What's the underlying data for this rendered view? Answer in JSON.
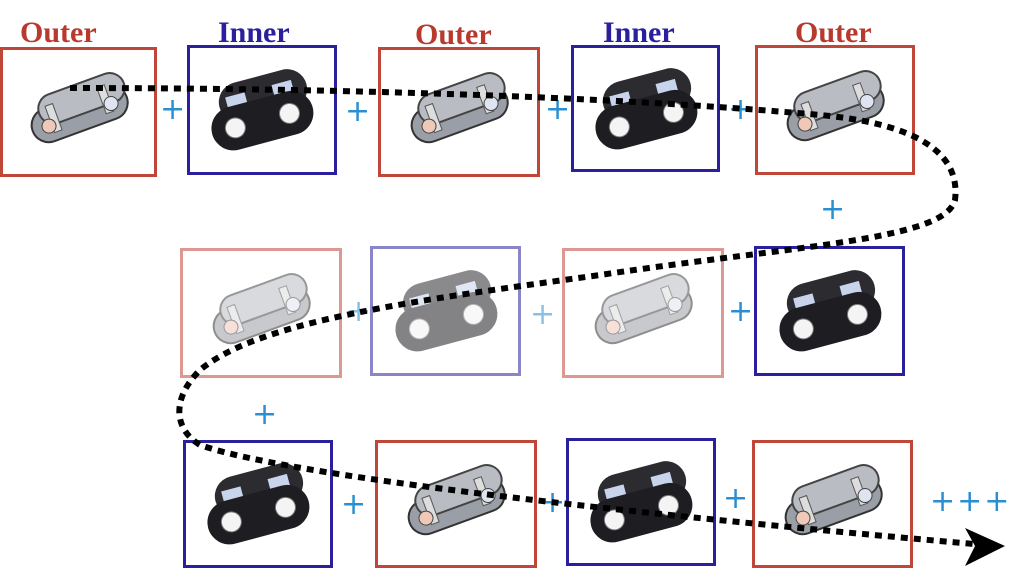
{
  "labels": {
    "outer": "Outer",
    "inner": "Inner"
  },
  "plus": "+",
  "continuation": "+++",
  "rows": [
    [
      "outer",
      "inner",
      "outer",
      "inner",
      "outer"
    ],
    [
      "outer",
      "inner",
      "outer",
      "inner"
    ],
    [
      "inner",
      "outer",
      "inner",
      "outer"
    ]
  ],
  "colors": {
    "outer": "#c0463a",
    "inner": "#2a1f9c",
    "plus": "#2a8fd0",
    "path": "#000000"
  }
}
